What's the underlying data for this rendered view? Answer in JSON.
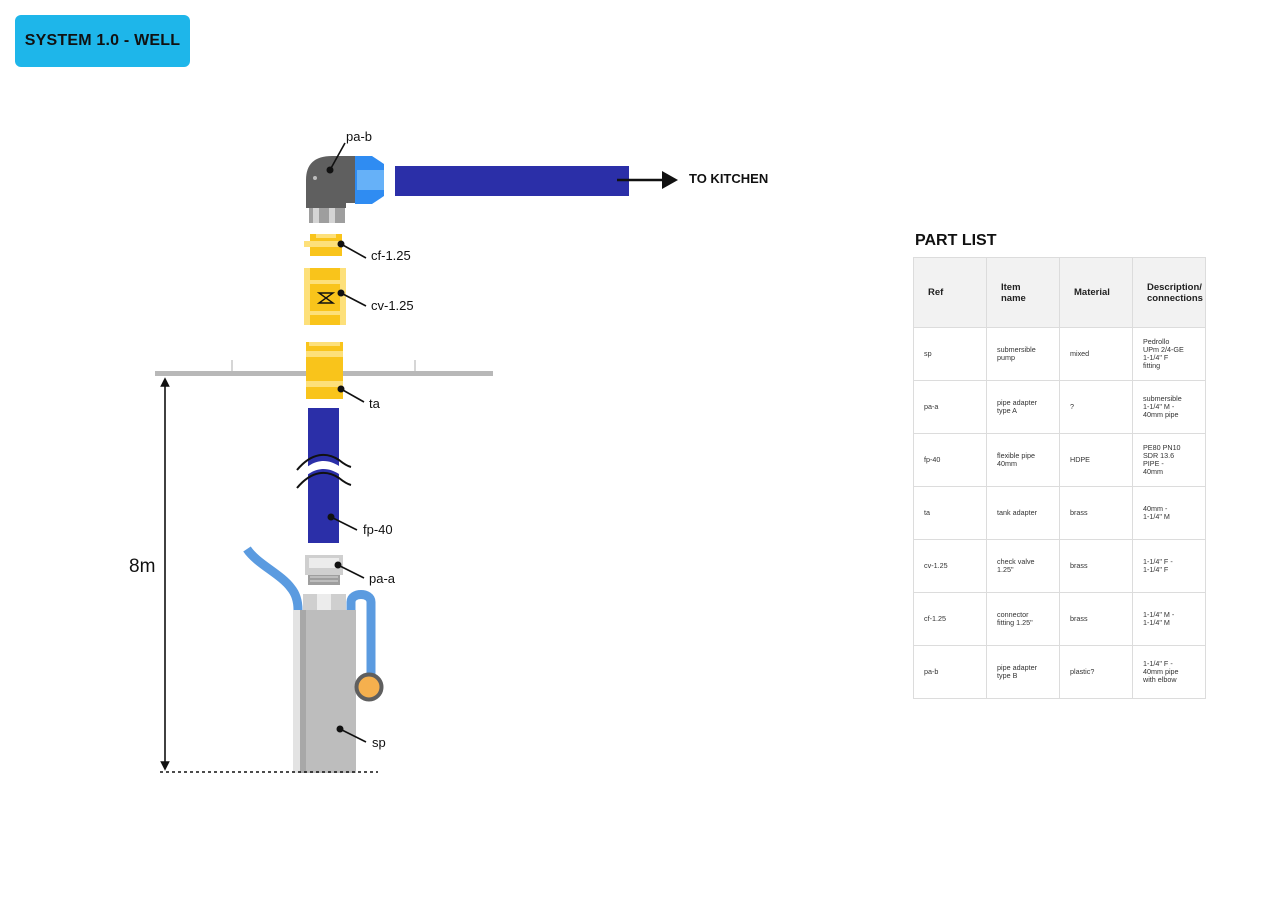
{
  "header": {
    "title": "SYSTEM 1.0 - WELL"
  },
  "diagram": {
    "labels": {
      "pa_b": "pa-b",
      "cf_125": "cf-1.25",
      "cv_125": "cv-1.25",
      "ta": "ta",
      "fp_40": "fp-40",
      "pa_a": "pa-a",
      "sp": "sp"
    },
    "to_kitchen": "TO KITCHEN",
    "depth": "8m",
    "colors": {
      "pipe": "#2b2fa8",
      "brass": "#f9c41b",
      "brass_light": "#fde07a",
      "elbow": "#5f5f5f",
      "connector_blue": "#2f8cf2",
      "hose": "#5b9be0",
      "pump": "#bdbdbd"
    }
  },
  "parts": {
    "title": "PART LIST",
    "headers": [
      "Ref",
      "Item\nname",
      "Material",
      "Description/\nconnections"
    ],
    "rows": [
      {
        "ref": "sp",
        "name": "submersible\npump",
        "material": "mixed",
        "desc": "Pedrollo\nUPm 2/4-GE\n1-1/4\" F\nfitting"
      },
      {
        "ref": "pa-a",
        "name": "pipe adapter\ntype A",
        "material": "?",
        "desc": "submersible\n1-1/4\" M -\n40mm pipe"
      },
      {
        "ref": "fp-40",
        "name": "flexible pipe\n40mm",
        "material": "HDPE",
        "desc": "PE80 PN10\nSDR 13.6\nPIPE -\n40mm"
      },
      {
        "ref": "ta",
        "name": "tank adapter",
        "material": "brass",
        "desc": "40mm -\n1-1/4\" M"
      },
      {
        "ref": "cv-1.25",
        "name": "check valve\n1.25\"",
        "material": "brass",
        "desc": "1-1/4\" F -\n1-1/4\" F"
      },
      {
        "ref": "cf-1.25",
        "name": "connector\nfitting 1.25\"",
        "material": "brass",
        "desc": "1-1/4\" M -\n1-1/4\" M"
      },
      {
        "ref": "pa-b",
        "name": "pipe adapter\ntype B",
        "material": "plastic?",
        "desc": "1-1/4\" F -\n40mm pipe\nwith elbow"
      }
    ]
  }
}
